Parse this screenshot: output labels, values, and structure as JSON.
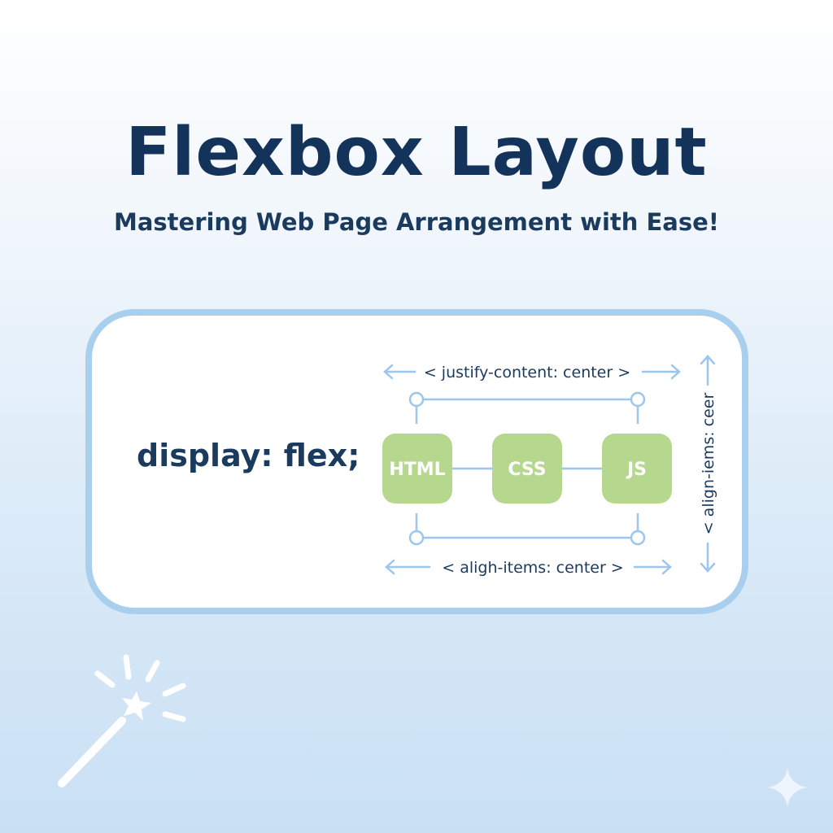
{
  "title": "Flexbox Layout",
  "subtitle": "Mastering Web Page Arrangement with Ease!",
  "card": {
    "code": "display: flex;",
    "top_label": "< justify-content: center >",
    "bottom_label": "< aligh-items: center >",
    "side_label": "< align-iems: ceer",
    "items": [
      "HTML",
      "CSS",
      "JS"
    ]
  },
  "colors": {
    "accent": "#a9cfef",
    "item": "#b5d88e",
    "text": "#13335a"
  }
}
